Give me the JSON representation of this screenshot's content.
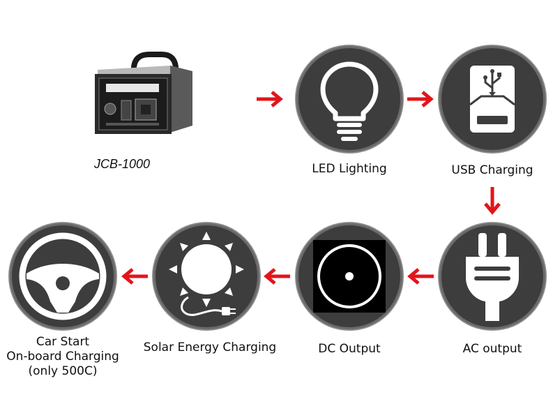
{
  "product": {
    "model": "JCB-1000"
  },
  "features": [
    {
      "label": "LED Lighting",
      "icon": "light-bulb-icon"
    },
    {
      "label": "USB Charging",
      "icon": "usb-icon"
    },
    {
      "label": "AC output",
      "icon": "ac-plug-icon"
    },
    {
      "label": "DC Output",
      "icon": "dc-port-icon"
    },
    {
      "label": "Solar Energy Charging",
      "icon": "sun-icon"
    },
    {
      "label_lines": [
        "Car Start",
        "On-board Charging",
        "(only 500C)"
      ],
      "icon": "steering-wheel-icon"
    }
  ],
  "colors": {
    "circle": "#3d3d3d",
    "arrow": "#e3141b",
    "icon": "#ffffff"
  }
}
